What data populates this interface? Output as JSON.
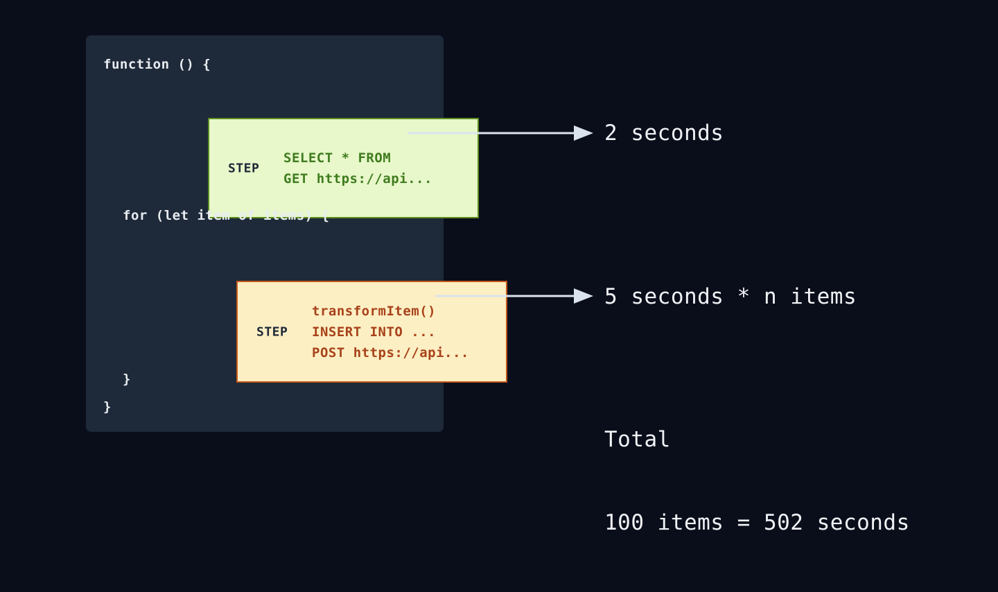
{
  "colors": {
    "page_background": "#0a0e1a",
    "panel_background": "#1e2939",
    "panel_text": "#e9ecf1",
    "green_box_fill": "#e8f8ca",
    "green_box_border": "#5c8c1f",
    "green_box_text": "#3f7c1f",
    "orange_box_fill": "#fdefc4",
    "orange_box_border": "#c4591c",
    "orange_box_text": "#a8421a",
    "step_label": "#1e2939",
    "arrow": "#dbe3ef",
    "annotation_text": "#f0f2f6"
  },
  "code_panel": {
    "function_open": "function () {",
    "for_open": "for (let item of items) {",
    "for_close": "}",
    "function_close": "}"
  },
  "steps": [
    {
      "id": "step-1",
      "label": "STEP",
      "variant": "green",
      "lines": "SELECT * FROM\nGET https://api...",
      "line_list": [
        "SELECT * FROM",
        "GET https://api..."
      ]
    },
    {
      "id": "step-2",
      "label": "STEP",
      "variant": "orange",
      "lines": "transformItem()\nINSERT INTO ...\nPOST https://api...",
      "line_list": [
        "transformItem()",
        "INSERT INTO ...",
        "POST https://api..."
      ]
    }
  ],
  "annotations": [
    {
      "id": "annot-1",
      "text": "2 seconds"
    },
    {
      "id": "annot-2",
      "text": "5 seconds * n items"
    }
  ],
  "total": {
    "title": "Total",
    "equation": "100 items = 502 seconds"
  },
  "arrows": [
    {
      "id": "arrow-1",
      "from": "step-1",
      "to": "annot-1"
    },
    {
      "id": "arrow-2",
      "from": "step-2",
      "to": "annot-2"
    }
  ]
}
